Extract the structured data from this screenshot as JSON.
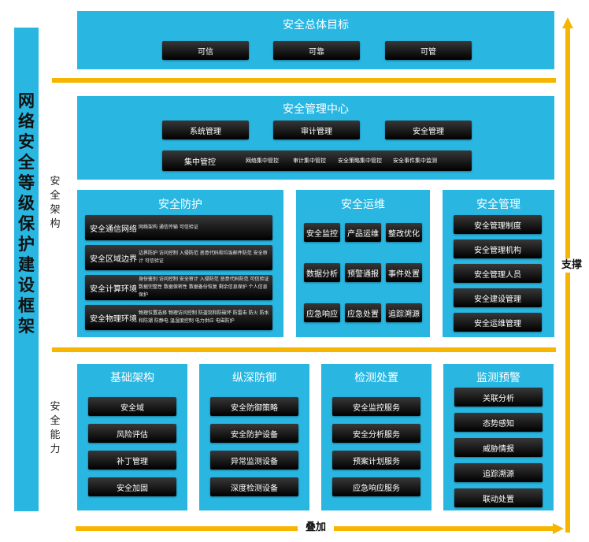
{
  "sidebar_title": [
    "网",
    "络",
    "安",
    "全",
    "等",
    "级",
    "保",
    "护",
    "建",
    "设",
    "框",
    "架"
  ],
  "left_labels": {
    "architecture": [
      "安",
      "全",
      "架",
      "构"
    ],
    "capability": [
      "安",
      "全",
      "能",
      "力"
    ]
  },
  "axes": {
    "vertical_label": "支撑",
    "horizontal_label": "叠加"
  },
  "goal": {
    "title": "安全总体目标",
    "items": [
      "可信",
      "可靠",
      "可管"
    ]
  },
  "mgmt_center": {
    "title": "安全管理中心",
    "items": [
      "系统管理",
      "审计管理",
      "安全管理"
    ],
    "central": {
      "label": "集中管控",
      "items": [
        "网络集中管控",
        "审计集中管控",
        "安全策略集中管控",
        "安全事件集中监测"
      ]
    }
  },
  "protection": {
    "title": "安全防护",
    "rows": [
      {
        "name": "安全通信网络",
        "desc": "网络架构  通信传输  可信验证"
      },
      {
        "name": "安全区域边界",
        "desc": "边界防护  访问控制  入侵防范  恶意代码和垃圾邮件防范  安全审计  可信验证"
      },
      {
        "name": "安全计算环境",
        "desc": "身份鉴别  访问控制  安全审计  入侵防范  恶意代码防范  可信验证  数据完整性  数据保密性  数据备份恢复  剩余信息保护  个人信息保护"
      },
      {
        "name": "安全物理环境",
        "desc": "物理位置选择  物理访问控制  防盗窃和防破坏  防雷击  防火  防水和防潮  防静电  温湿度控制  电力供应  电磁防护"
      }
    ]
  },
  "operations": {
    "title": "安全运维",
    "items": [
      "安全监控",
      "产品运维",
      "整改优化",
      "数据分析",
      "预警通报",
      "事件处置",
      "应急响应",
      "应急处置",
      "追踪溯源"
    ]
  },
  "management": {
    "title": "安全管理",
    "items": [
      "安全管理制度",
      "安全管理机构",
      "安全管理人员",
      "安全建设管理",
      "安全运维管理"
    ]
  },
  "capabilities": [
    {
      "title": "基础架构",
      "items": [
        "安全域",
        "风险评估",
        "补丁管理",
        "安全加固"
      ]
    },
    {
      "title": "纵深防御",
      "items": [
        "安全防御策略",
        "安全防护设备",
        "异常监测设备",
        "深度检测设备"
      ]
    },
    {
      "title": "检测处置",
      "items": [
        "安全监控服务",
        "安全分析服务",
        "预案计划服务",
        "应急响应服务"
      ]
    },
    {
      "title": "监测预警",
      "items": [
        "关联分析",
        "态势感知",
        "威胁情报",
        "追踪溯源",
        "联动处置"
      ]
    }
  ],
  "colors": {
    "panel": "#29b7e2",
    "arrow": "#f6b500",
    "button": "#111111"
  }
}
